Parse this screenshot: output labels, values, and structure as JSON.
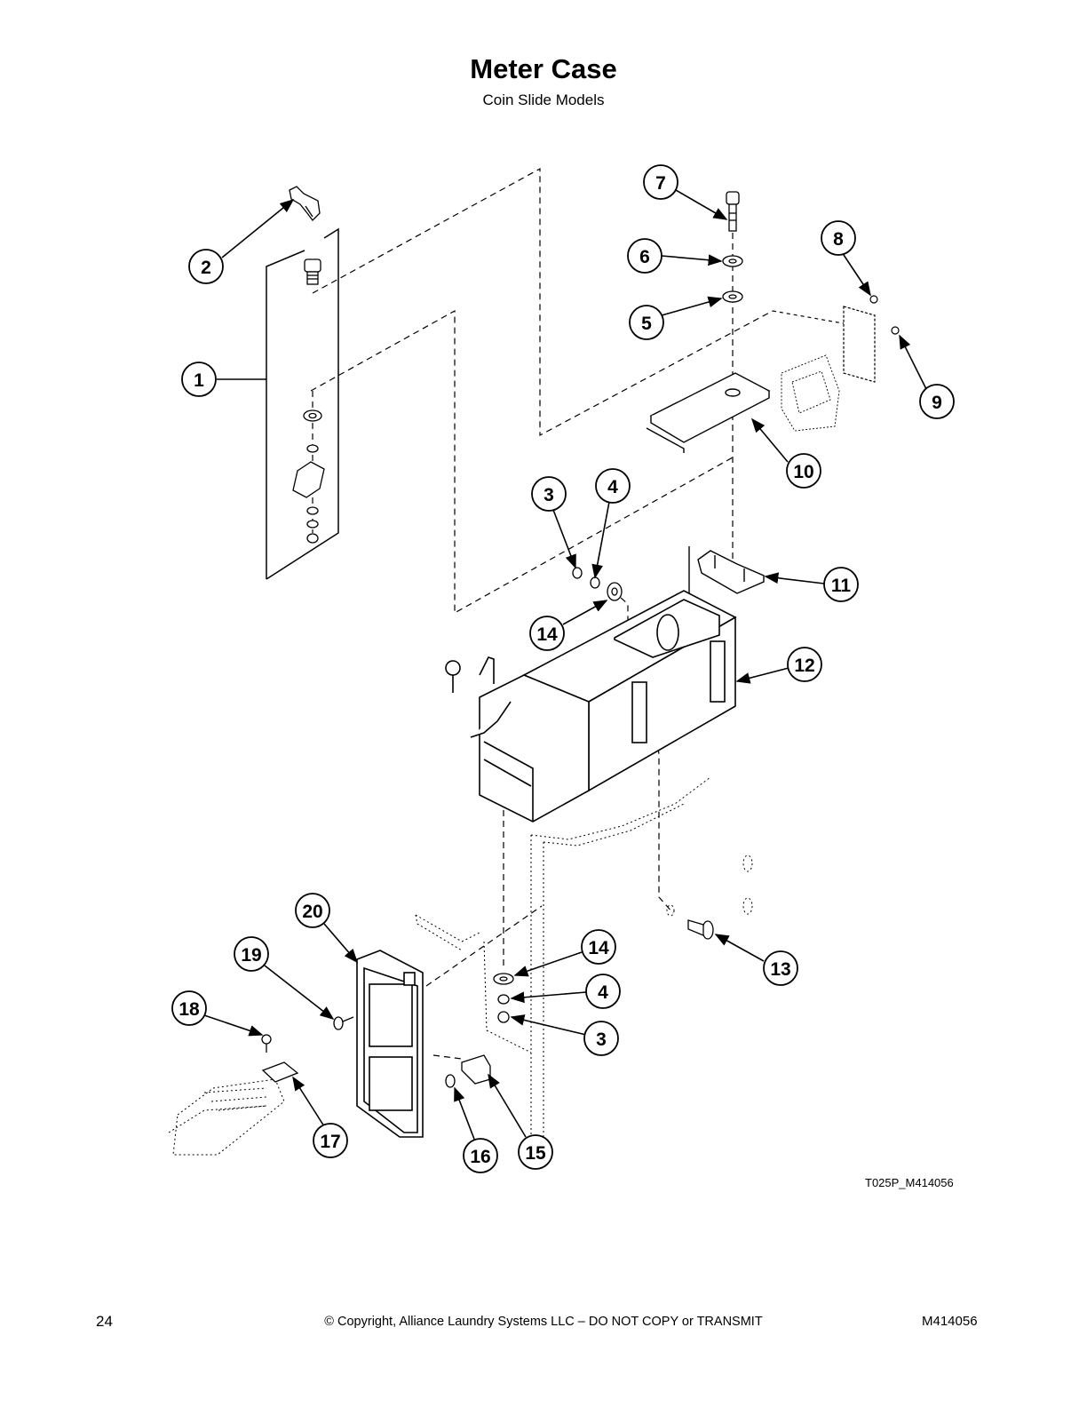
{
  "header": {
    "title": "Meter Case",
    "subtitle": "Coin Slide Models"
  },
  "callouts": [
    {
      "id": 1,
      "label": "1"
    },
    {
      "id": 2,
      "label": "2"
    },
    {
      "id": 3,
      "label": "3"
    },
    {
      "id": 4,
      "label": "4"
    },
    {
      "id": 5,
      "label": "5"
    },
    {
      "id": 6,
      "label": "6"
    },
    {
      "id": 7,
      "label": "7"
    },
    {
      "id": 8,
      "label": "8"
    },
    {
      "id": 9,
      "label": "9"
    },
    {
      "id": 10,
      "label": "10"
    },
    {
      "id": 11,
      "label": "11"
    },
    {
      "id": 12,
      "label": "12"
    },
    {
      "id": 13,
      "label": "13"
    },
    {
      "id": 14,
      "label": "14"
    },
    {
      "id": 15,
      "label": "15"
    },
    {
      "id": 16,
      "label": "16"
    },
    {
      "id": 17,
      "label": "17"
    },
    {
      "id": 18,
      "label": "18"
    },
    {
      "id": 19,
      "label": "19"
    },
    {
      "id": 20,
      "label": "20"
    }
  ],
  "drawing_code": "T025P_M414056",
  "footer": {
    "page_number": "24",
    "copyright": "© Copyright, Alliance Laundry Systems LLC – DO NOT COPY or TRANSMIT",
    "doc_number": "M414056"
  }
}
